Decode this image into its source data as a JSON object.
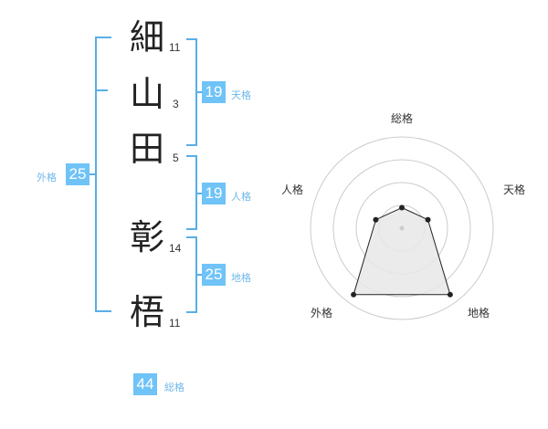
{
  "name": {
    "chars": [
      {
        "char": "細",
        "strokes": "11"
      },
      {
        "char": "山",
        "strokes": "3"
      },
      {
        "char": "田",
        "strokes": "5"
      },
      {
        "char": "彰",
        "strokes": "14"
      },
      {
        "char": "梧",
        "strokes": "11"
      }
    ]
  },
  "fortune": {
    "tenkaku": {
      "value": "19",
      "label": "天格"
    },
    "jinkaku": {
      "value": "19",
      "label": "人格"
    },
    "chikaku": {
      "value": "25",
      "label": "地格"
    },
    "gaikaku": {
      "value": "25",
      "label": "外格"
    },
    "soukaku": {
      "value": "44",
      "label": "総格"
    }
  },
  "radar": {
    "labels": {
      "top": "総格",
      "right": "天格",
      "left": "人格",
      "bottom_left": "外格",
      "bottom_right": "地格"
    },
    "values": [
      0.9,
      1.2,
      3.6,
      3.6,
      1.2
    ],
    "max": 4,
    "colors": {
      "fill": "#e8e8e8",
      "stroke": "#222222",
      "ring": "#cccccc"
    }
  }
}
